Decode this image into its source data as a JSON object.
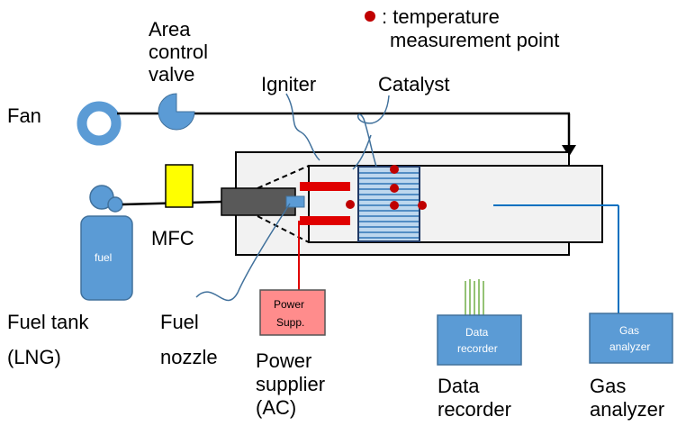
{
  "legend": {
    "marker_color": "#c00000",
    "line1": ": temperature",
    "line2": "measurement point"
  },
  "labels": {
    "area_valve": [
      "Area",
      "control",
      "valve"
    ],
    "fan": "Fan",
    "igniter": "Igniter",
    "catalyst": "Catalyst",
    "mfc": "MFC",
    "fuel_tank": [
      "Fuel tank",
      "(LNG)"
    ],
    "fuel_nozzle": [
      "Fuel",
      "nozzle"
    ],
    "power_supplier": [
      "Power",
      "supplier",
      "(AC)"
    ],
    "data_recorder": [
      "Data",
      "recorder"
    ],
    "gas_analyzer": [
      "Gas",
      "analyzer"
    ]
  },
  "boxes": {
    "fuel": "fuel",
    "power_supp": [
      "Power",
      "Supp."
    ],
    "data_recorder": [
      "Data",
      "recorder"
    ],
    "gas_analyzer": [
      "Gas",
      "analyzer"
    ]
  },
  "colors": {
    "blue_fill": "#5b9bd5",
    "blue_stroke": "#41719c",
    "mfc_yellow": "#ffff00",
    "power_pink": "#ff8c8c",
    "red": "#c00000",
    "tube_fill": "#f2f2f2",
    "nozzle_gray": "#595959"
  }
}
